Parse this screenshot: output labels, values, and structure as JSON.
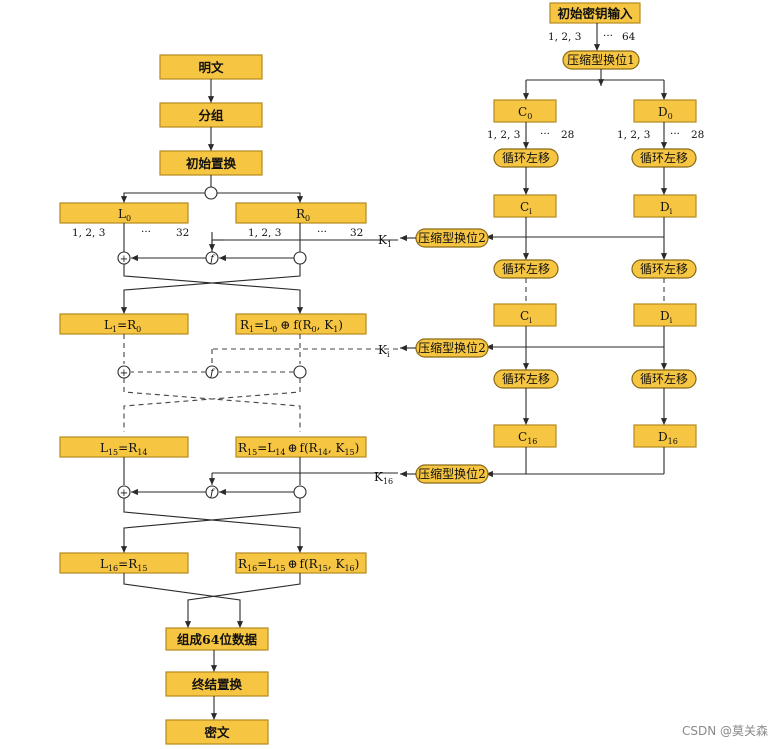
{
  "left": {
    "plaintext": "明文",
    "grouping": "分组",
    "initial_perm": "初始置换",
    "L0": "L",
    "L0_sub": "0",
    "R0": "R",
    "R0_sub": "0",
    "bits_left": "1, 2, 3",
    "dots_left": "···",
    "n32_left": "32",
    "bits_right": "1, 2, 3",
    "dots_right": "···",
    "n32_right": "32",
    "L1": "L",
    "L1_sub": "1",
    "L1_eq": "=R",
    "L1_eq_sub": "0",
    "R1_a": "R",
    "R1_a_sub": "1",
    "R1_b": "=L",
    "R1_b_sub": "0",
    "R1_c": "f(R",
    "R1_c_sub": "0",
    "R1_d": ", K",
    "R1_d_sub": "1",
    "R1_e": ")",
    "L15": "L",
    "L15_sub": "15",
    "L15_eq": "=R",
    "L15_eq_sub": "14",
    "R15_a": "R",
    "R15_a_sub": "15",
    "R15_b": "=L",
    "R15_b_sub": "14",
    "R15_c": "f(R",
    "R15_c_sub": "14",
    "R15_d": ", K",
    "R15_d_sub": "15",
    "R15_e": ")",
    "L16": "L",
    "L16_sub": "16",
    "L16_eq": "=R",
    "L16_eq_sub": "15",
    "R16_a": "R",
    "R16_a_sub": "16",
    "R16_b": "=L",
    "R16_b_sub": "15",
    "R16_c": "f(R",
    "R16_c_sub": "15",
    "R16_d": ", K",
    "R16_d_sub": "16",
    "R16_e": ")",
    "combine": "组成64位数据",
    "final_perm": "终结置换",
    "ciphertext": "密文"
  },
  "right": {
    "key_input": "初始密钥输入",
    "key_bits": "1, 2, 3",
    "key_dots": "···",
    "key_64": "64",
    "pc1": "压缩型换位1",
    "C0": "C",
    "C0_sub": "0",
    "D0": "D",
    "D0_sub": "0",
    "c_bits": "1, 2, 3",
    "c_dots": "···",
    "c_28": "28",
    "d_bits": "1, 2, 3",
    "d_dots": "···",
    "d_28": "28",
    "shift": "循环左移",
    "C1": "C",
    "C1_sub": "i",
    "D1": "D",
    "D1_sub": "i",
    "pc2": "压缩型换位2",
    "Ci": "C",
    "Ci_sub": "i",
    "Di": "D",
    "Di_sub": "i",
    "C16": "C",
    "C16_sub": "16",
    "D16": "D",
    "D16_sub": "16",
    "K1": "K",
    "K1_sub": "1",
    "Ki": "K",
    "Ki_sub": "i",
    "K16": "K",
    "K16_sub": "16"
  },
  "symbols": {
    "xor": "+",
    "f": "f",
    "oplus": "⊕"
  },
  "watermark": "CSDN @莫关森"
}
